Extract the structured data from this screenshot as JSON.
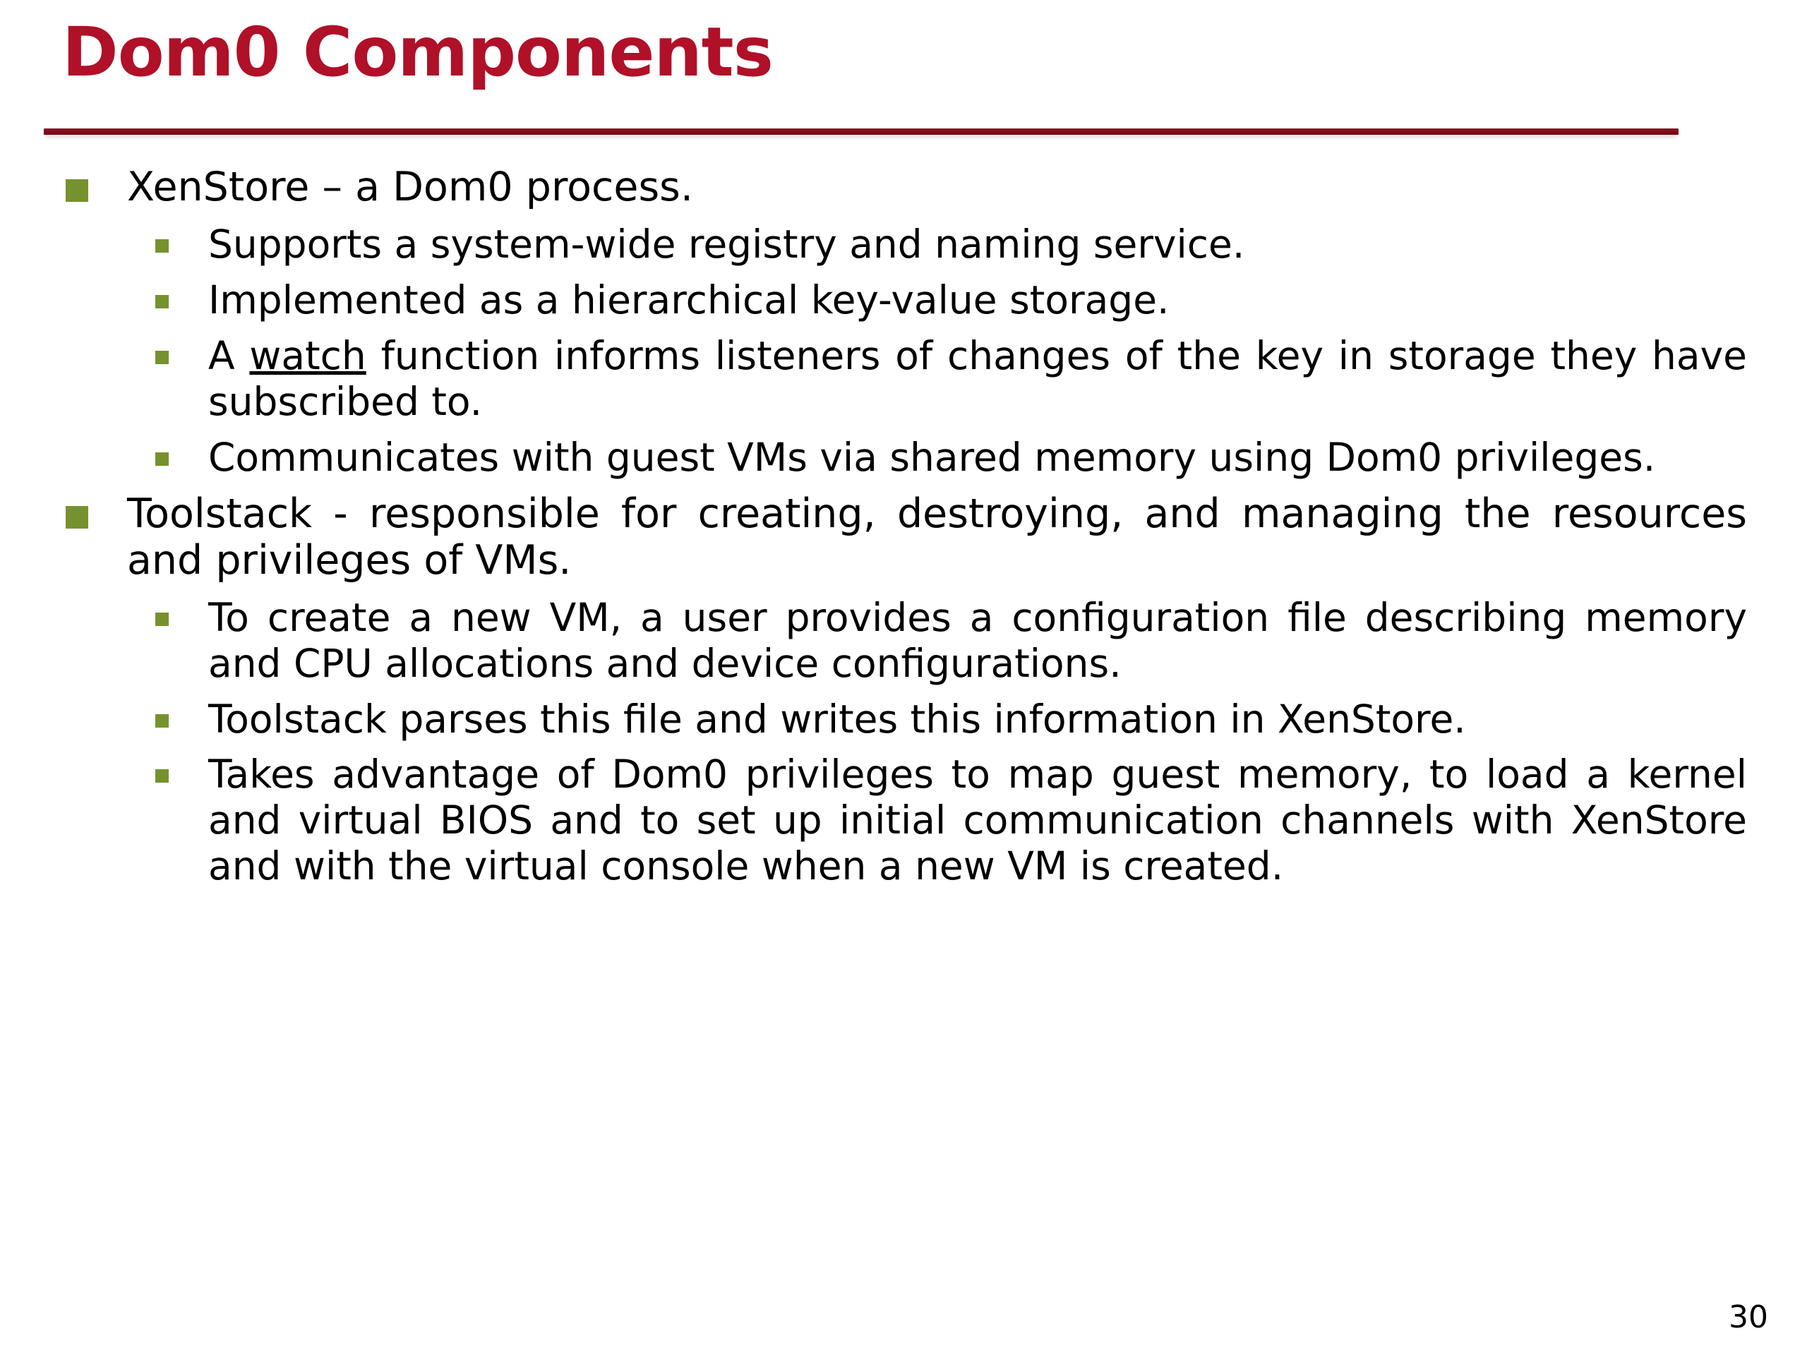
{
  "slide": {
    "title": "Dom0 Components",
    "page_number": "30",
    "accent_title_color": "#B01028",
    "accent_rule_color": "#7D0C1B",
    "bullet_color": "#76922E",
    "background_color": "#FFFFFF",
    "text_color": "#000000"
  },
  "content": {
    "bullets": [
      {
        "level": 1,
        "text": "XenStore – a Dom0 process.",
        "children": [
          {
            "level": 2,
            "text": "Supports a system-wide registry and naming service."
          },
          {
            "level": 2,
            "text": "Implemented as a hierarchical key-value storage."
          },
          {
            "level": 2,
            "text_before": "A ",
            "text_underlined": "watch",
            "text_after": " function informs listeners of changes of the key in storage they have subscribed to.",
            "text": "A watch function informs listeners of changes of the key in storage they have subscribed to."
          },
          {
            "level": 2,
            "text": "Communicates with guest VMs via shared memory using Dom0 privileges."
          }
        ]
      },
      {
        "level": 1,
        "text": "Toolstack - responsible for creating, destroying, and managing the resources and privileges of VMs.",
        "children": [
          {
            "level": 2,
            "text": "To create a new VM, a user provides a configuration file describing memory and CPU allocations and device configurations."
          },
          {
            "level": 2,
            "text": "Toolstack parses this file and writes this information in XenStore."
          },
          {
            "level": 2,
            "text": "Takes advantage of Dom0 privileges to map guest memory, to load a kernel and virtual BIOS and to set up initial communication channels with XenStore and with the virtual console when a new VM is created."
          }
        ]
      }
    ]
  }
}
